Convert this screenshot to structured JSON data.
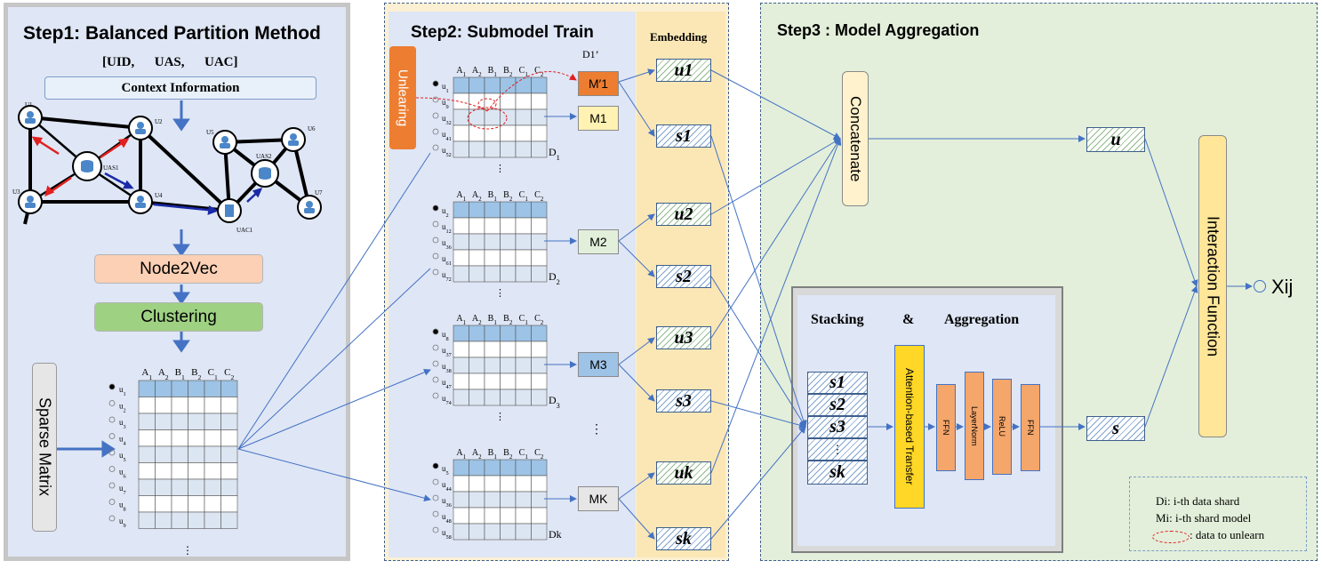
{
  "step1": {
    "title": "Step1: Balanced Partition Method",
    "tuple": "[UID,      UAS,      UAC]",
    "context": "Context Information",
    "node2vec": "Node2Vec",
    "clustering": "Clustering",
    "sparse": "Sparse Matrix",
    "graph_labels": [
      "U1",
      "U2",
      "U3",
      "U4",
      "UAS1",
      "U5",
      "U6",
      "UAS2",
      "U7",
      "UAC1"
    ],
    "matrix_cols": [
      "A1",
      "A2",
      "B1",
      "B2",
      "C1",
      "C2"
    ],
    "matrix_rows": [
      "u1",
      "u2",
      "u3",
      "u4",
      "u5",
      "u6",
      "u7",
      "u8",
      "u9"
    ],
    "dots": "⋮"
  },
  "step2": {
    "title": "Step2: Submodel Train",
    "embedding": "Embedding",
    "unlearning": "Unlearing",
    "d1prime": "D1’",
    "shards": [
      {
        "rows": [
          "u1",
          "u9",
          "u32",
          "u41",
          "u52"
        ],
        "label": "D1"
      },
      {
        "rows": [
          "u2",
          "u12",
          "u36",
          "u61",
          "u72"
        ],
        "label": "D2"
      },
      {
        "rows": [
          "u8",
          "u37",
          "u38",
          "u47",
          "u74"
        ],
        "label": "D3"
      },
      {
        "rows": [
          "u5",
          "u44",
          "u36",
          "u48",
          "u58"
        ],
        "label": "Dk"
      }
    ],
    "models": [
      "M′1",
      "M1",
      "M2",
      "M3",
      "MK"
    ],
    "u_labels": [
      "u1",
      "u2",
      "u3",
      "uk"
    ],
    "s_labels": [
      "s1",
      "s2",
      "s3",
      "sk"
    ],
    "cols": [
      "A1",
      "A2",
      "B1",
      "B2",
      "C1",
      "C2"
    ],
    "dots": "⋮"
  },
  "step3": {
    "title": "Step3 : Model Aggregation",
    "concatenate": "Concatenate",
    "u": "u",
    "s": "s",
    "interaction": "Interaction Function",
    "output": "Xij",
    "stacking": "Stacking",
    "amp": "&",
    "aggregation": "Aggregation",
    "stack": [
      "s1",
      "s2",
      "s3",
      "⋮",
      "sk"
    ],
    "attention": "Attention-based Transfer",
    "ffn1": "FFN",
    "layernorm": "LayerNorm",
    "relu": "ReLU",
    "ffn2": "FFN",
    "legend": [
      "Di: i-th data shard",
      "Mi: i-th shard model",
      ": data to unlearn"
    ]
  }
}
